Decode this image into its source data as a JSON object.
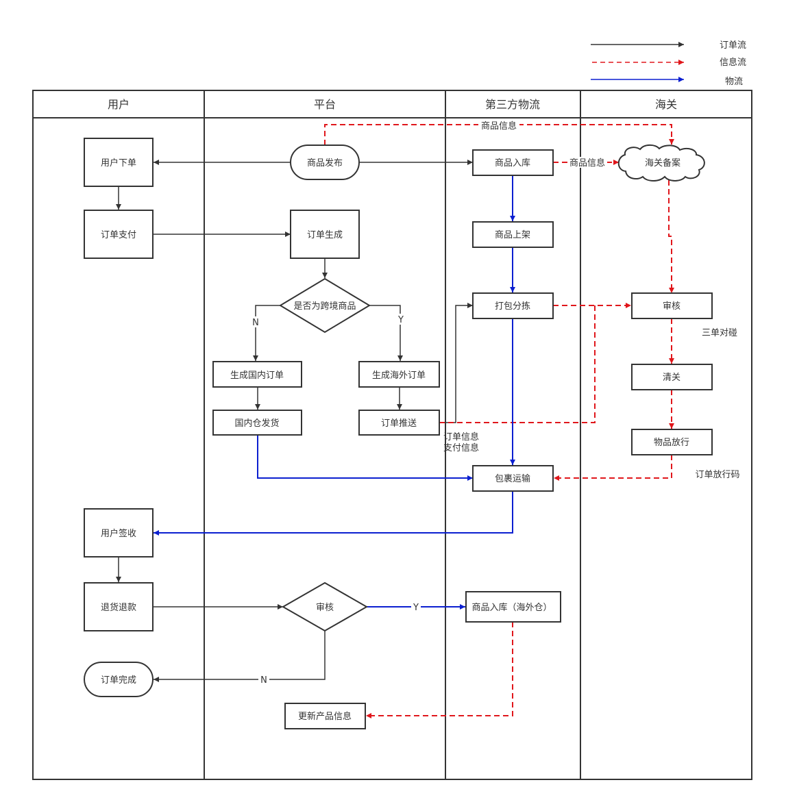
{
  "colors": {
    "order_flow": "#333333",
    "info_flow": "#e0161b",
    "logistics_flow": "#0b1fd0",
    "border": "#333333",
    "background": "#ffffff"
  },
  "legend": {
    "order_flow": "订单流",
    "info_flow": "信息流",
    "logistics_flow": "物流"
  },
  "lanes": {
    "user": "用户",
    "platform": "平台",
    "logistics": "第三方物流",
    "customs": "海关"
  },
  "nodes": {
    "user_order": "用户下单",
    "order_pay": "订单支付",
    "user_sign": "用户签收",
    "return_refund": "退货退款",
    "order_done": "订单完成",
    "product_publish": "商品发布",
    "order_create": "订单生成",
    "is_crossborder": "是否为跨境商品",
    "domestic_order": "生成国内订单",
    "overseas_order": "生成海外订单",
    "domestic_ship": "国内仓发货",
    "order_push": "订单推送",
    "review_return": "审核",
    "update_product": "更新产品信息",
    "goods_in": "商品入库",
    "goods_shelf": "商品上架",
    "pack_sort": "打包分拣",
    "parcel_transport": "包裹运输",
    "goods_in_overseas": "商品入库（海外仓）",
    "customs_record": "海关备案",
    "customs_audit": "审核",
    "clearance": "清关",
    "goods_release": "物品放行"
  },
  "edge_labels": {
    "goods_info_top": "商品信息",
    "goods_info_mid": "商品信息",
    "n_branch": "N",
    "y_branch": "Y",
    "order_info": "订单信息",
    "pay_info": "支付信息",
    "three_check": "三单对碰",
    "release_code": "订单放行码",
    "y_return": "Y",
    "n_return": "N"
  }
}
